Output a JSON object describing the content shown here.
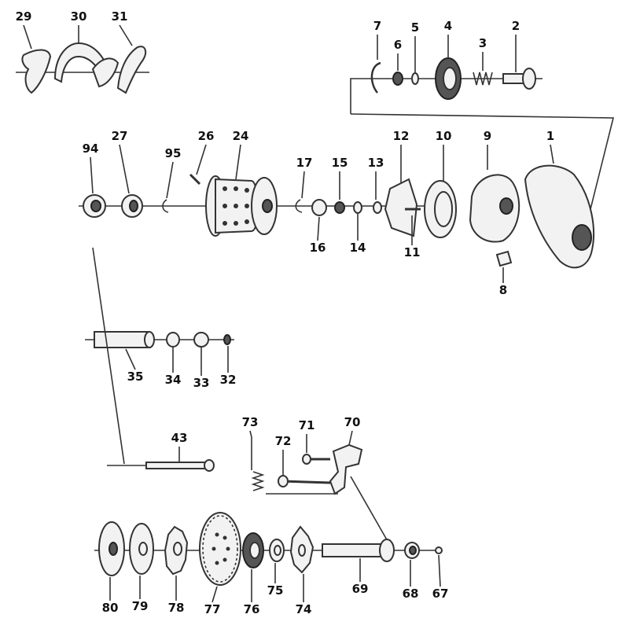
{
  "diagram": {
    "part_labels": [
      {
        "id": "29"
      },
      {
        "id": "30"
      },
      {
        "id": "31"
      },
      {
        "id": "7"
      },
      {
        "id": "6"
      },
      {
        "id": "5"
      },
      {
        "id": "4"
      },
      {
        "id": "3"
      },
      {
        "id": "2"
      },
      {
        "id": "94"
      },
      {
        "id": "27"
      },
      {
        "id": "95"
      },
      {
        "id": "26"
      },
      {
        "id": "24"
      },
      {
        "id": "17"
      },
      {
        "id": "15"
      },
      {
        "id": "13"
      },
      {
        "id": "12"
      },
      {
        "id": "10"
      },
      {
        "id": "9"
      },
      {
        "id": "1"
      },
      {
        "id": "16"
      },
      {
        "id": "14"
      },
      {
        "id": "11"
      },
      {
        "id": "8"
      },
      {
        "id": "35"
      },
      {
        "id": "34"
      },
      {
        "id": "33"
      },
      {
        "id": "32"
      },
      {
        "id": "43"
      },
      {
        "id": "73"
      },
      {
        "id": "72"
      },
      {
        "id": "71"
      },
      {
        "id": "70"
      },
      {
        "id": "80"
      },
      {
        "id": "79"
      },
      {
        "id": "78"
      },
      {
        "id": "77"
      },
      {
        "id": "76"
      },
      {
        "id": "75"
      },
      {
        "id": "74"
      },
      {
        "id": "69"
      },
      {
        "id": "68"
      },
      {
        "id": "67"
      }
    ]
  }
}
